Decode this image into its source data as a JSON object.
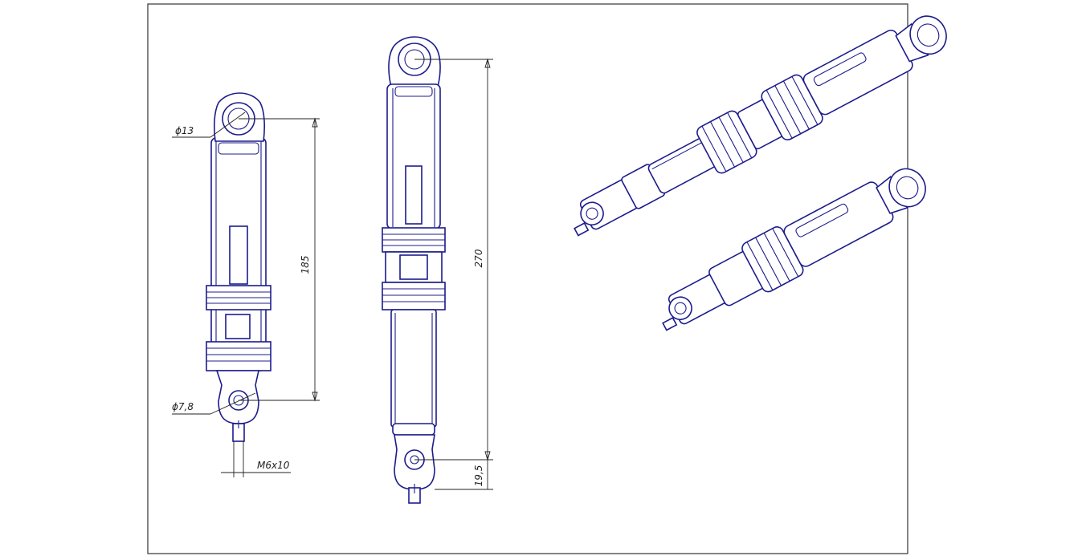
{
  "dimensions": {
    "hole_top": "ϕ13",
    "hole_bottom": "ϕ7,8",
    "thread": "M6x10",
    "length_short": "185",
    "length_long": "270",
    "bottom_offset": "19,5"
  },
  "colors": {
    "outline": "#1c1c8c",
    "dimension": "#222222",
    "frame": "#333333"
  }
}
